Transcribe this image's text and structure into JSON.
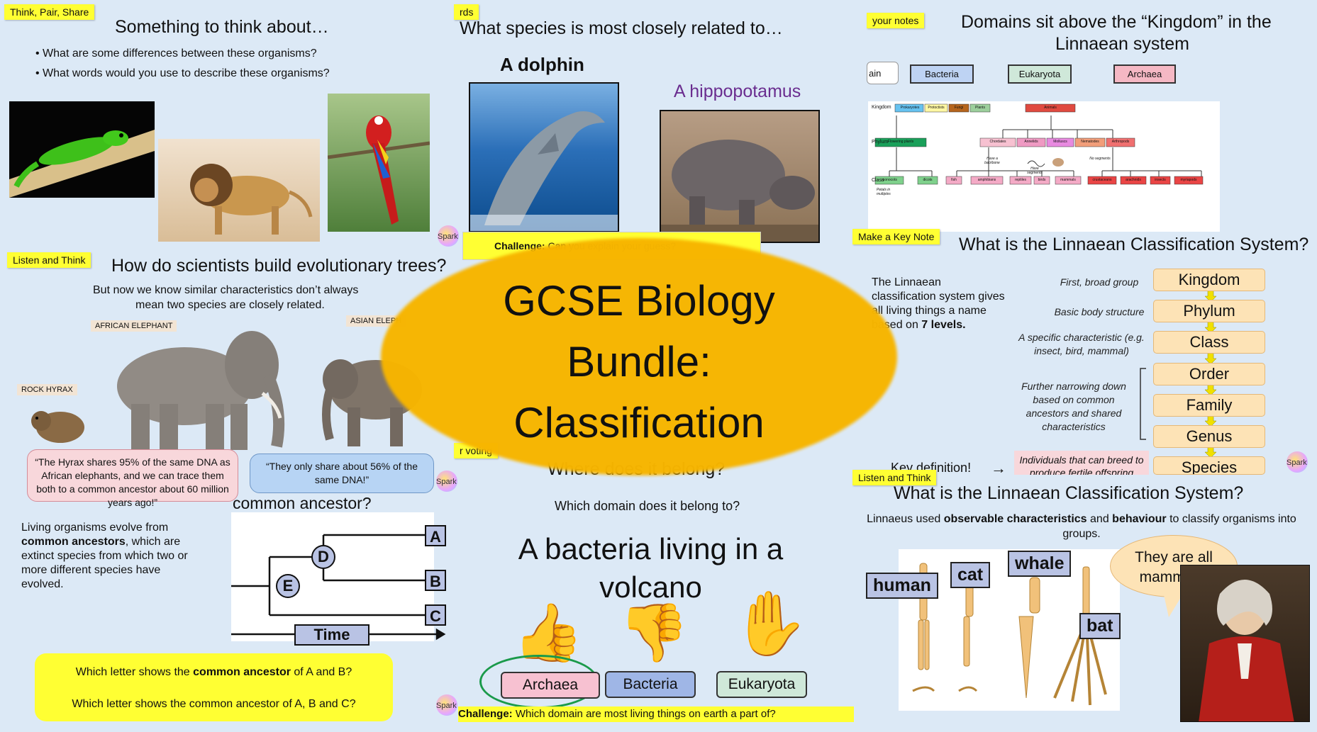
{
  "title": {
    "line1": "GCSE Biology",
    "line2": "Bundle:",
    "line3": "Classification"
  },
  "p1": {
    "tag": "Think, Pair, Share",
    "heading": "Something to think about…",
    "bullets": [
      "What are some differences between these organisms?",
      "What words would you use to describe these organisms?"
    ]
  },
  "p2": {
    "tag": "rds",
    "heading": "What species is most closely related to…",
    "label_dolphin": "A dolphin",
    "label_hippo": "A hippopotamus",
    "challenge_label": "Challenge:",
    "challenge_text": "Can you explain your guess?",
    "spark": "Spark"
  },
  "p3": {
    "tag": "your notes",
    "heading_line1": "Domains sit above the “Kingdom” in the",
    "heading_line2": "Linnaean system",
    "domains": [
      "ain",
      "Bacteria",
      "Eukaryota",
      "Archaea"
    ],
    "tree": {
      "kingdom_label": "Kingdom",
      "kingdoms": [
        "Prokaryotes",
        "Protoctists",
        "Fungi",
        "Plants",
        "Animals"
      ],
      "phylum_label": "Phylum",
      "phyla": [
        "Flowering plants",
        "Chordates",
        "Annelids",
        "Molluscs",
        "Nematodes",
        "Arthropods"
      ],
      "notes": [
        "Have a backbone",
        "Have segments",
        "No segments"
      ],
      "class_label": "Class",
      "classes": [
        "monocots",
        "dicots",
        "fish",
        "amphibians",
        "reptiles",
        "birds",
        "mammals",
        "crustaceans",
        "arachnids",
        "insects",
        "myriapods"
      ],
      "petals_note": "Petals in multiples"
    }
  },
  "p4": {
    "tag": "Listen and Think",
    "heading": "How do scientists build evolutionary trees?",
    "intro_line1": "But now we know similar characteristics don’t always",
    "intro_line2": "mean two species are closely related.",
    "label_african": "AFRICAN ELEPHANT",
    "label_asian": "ASIAN ELEPH",
    "label_hyrax": "ROCK HYRAX",
    "quote_hyrax": "“The Hyrax shares 95% of the same DNA as African elephants, and we can trace them both to a common ancestor about 60 million years ago!”",
    "quote_asian": "“They only share about 56% of the same DNA!”"
  },
  "p5": {
    "heading": "common ancestor?",
    "body_pre": "Living organisms evolve from ",
    "body_bold": "common ancestors",
    "body_post": ", which are extinct species from which two or more different species have evolved.",
    "nodes": [
      "A",
      "B",
      "C",
      "D",
      "E"
    ],
    "time_label": "Time",
    "q1_pre": "Which letter shows the ",
    "q1_bold": "common ancestor",
    "q1_post": " of A and B?",
    "q2": "Which letter shows the common ancestor of A, B and C?"
  },
  "p6": {
    "tag": "r voting",
    "heading": "Where does it belong?",
    "sub": "Which domain does it belong to?",
    "big_line1": "A bacteria living in a",
    "big_line2": "volcano",
    "options": [
      "Archaea",
      "Bacteria",
      "Eukaryota"
    ],
    "challenge_label": "Challenge:",
    "challenge_text": "Which domain are most living things on earth a part of?"
  },
  "p7": {
    "tag": "Make a Key Note",
    "heading": "What is the Linnaean Classification System?",
    "body_line1": "The Linnaean",
    "body_line2": "classification system gives",
    "body_line3": "all living things a name",
    "body_line4_pre": "based on ",
    "body_line4_bold": "7 levels.",
    "levels": [
      "Kingdom",
      "Phylum",
      "Class",
      "Order",
      "Family",
      "Genus",
      "Species"
    ],
    "descs": [
      "First, broad group",
      "Basic body structure",
      "A specific characteristic (e.g. insect, bird, mammal)",
      "Further narrowing down based on common ancestors and shared characteristics"
    ],
    "key_def": "Key definition!",
    "key_arrow": "→",
    "key_text": "Individuals that can breed to produce fertile offspring"
  },
  "p8": {
    "tag": "Listen and Think",
    "heading": "What is the Linnaean Classification System?",
    "sub_pre": "Linnaeus used ",
    "sub_b1": "observable characteristics",
    "sub_mid": " and ",
    "sub_b2": "behaviour",
    "sub_post": " to classify organisms into groups.",
    "labels": [
      "human",
      "cat",
      "whale",
      "bat"
    ],
    "speech": "They are all mammals!"
  },
  "colors": {
    "background": "#dce9f6",
    "tag_yellow": "#ffff33",
    "title_blob": "#f7b500",
    "purple": "#6a2d8f",
    "level_box": "#fde3b6",
    "arrow_yellow": "#f0e000",
    "option_pink": "#f7c1d1",
    "option_blue": "#9fb6e6",
    "option_green": "#cfe8d9",
    "circle_green": "#1a9a4a"
  }
}
